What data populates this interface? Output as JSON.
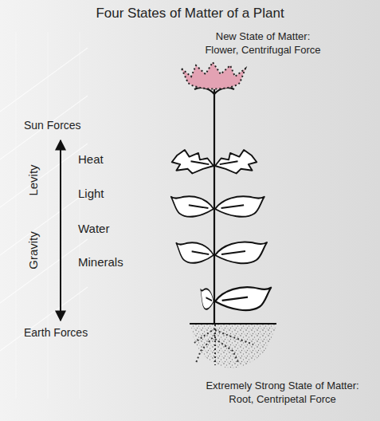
{
  "diagram": {
    "title": "Four States of Matter of a Plant",
    "labels": [
      "New State of Matter: Flower, Centrifugal Force",
      "Sun Forces",
      "Heat",
      "Levity",
      "Light",
      "Water",
      "Gravity",
      "Minerals",
      "Earth Forces",
      "Extremely Strong State of Matter: Root, Centripetal Force"
    ]
  }
}
